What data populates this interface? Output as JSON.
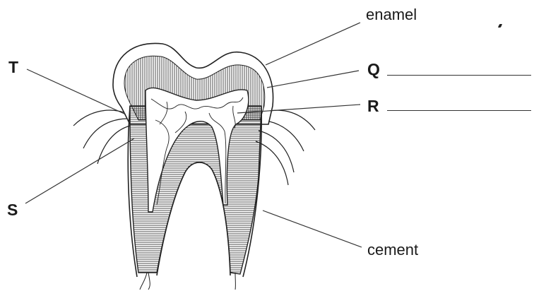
{
  "diagram": {
    "labels": {
      "enamel": "enamel",
      "cement": "cement",
      "T": "T",
      "S": "S",
      "Q": "Q",
      "R": "R"
    },
    "colors": {
      "ink": "#1a1a1a",
      "paper": "#ffffff"
    }
  }
}
